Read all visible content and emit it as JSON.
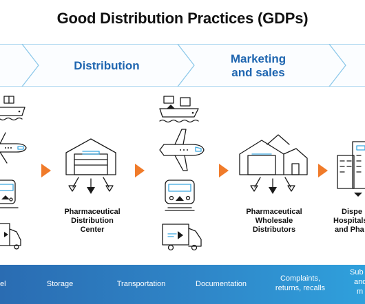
{
  "title": "Good Distribution Practices (GDPs)",
  "stages": {
    "distribution": "Distribution",
    "marketing": [
      "Marketing",
      "and sales"
    ]
  },
  "captions": {
    "center": [
      "Pharmaceutical",
      "Distribution",
      "Center"
    ],
    "wholesale": [
      "Pharmaceutical",
      "Wholesale",
      "Distributors"
    ],
    "dispense": [
      "Dispe",
      "Hospitals",
      "and Pha"
    ]
  },
  "band": {
    "items": [
      [
        "el"
      ],
      [
        "Storage"
      ],
      [
        "Transportation"
      ],
      [
        "Documentation"
      ],
      [
        "Complaints,",
        "returns, recalls"
      ],
      [
        "Sub",
        "and",
        "m"
      ]
    ]
  },
  "colors": {
    "chevron_stroke": "#8ec9ea",
    "stage_text": "#1f66b0",
    "arrow": "#f07b2a",
    "icon_accent": "#3ba7e0"
  },
  "icons": [
    "ship-icon",
    "airplane-icon",
    "train-icon",
    "truck-icon",
    "warehouse-icon",
    "hospital-icon",
    "arrow-right-icon"
  ]
}
